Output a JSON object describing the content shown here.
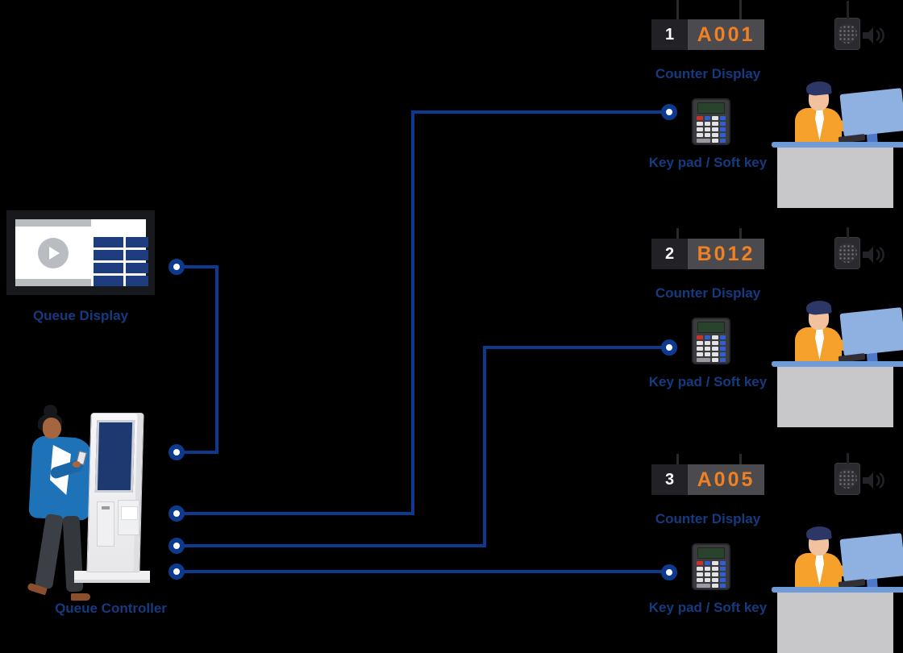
{
  "queue_display": {
    "label": "Queue Display"
  },
  "queue_controller": {
    "label": "Queue Controller"
  },
  "counters": [
    {
      "number": "1",
      "code": "A001",
      "display_label": "Counter Display",
      "keypad_label": "Key pad / Soft key"
    },
    {
      "number": "2",
      "code": "B012",
      "display_label": "Counter Display",
      "keypad_label": "Key pad / Soft key"
    },
    {
      "number": "3",
      "code": "A005",
      "display_label": "Counter Display",
      "keypad_label": "Key pad / Soft key"
    }
  ],
  "colors": {
    "line_blue": "#0d3a8e",
    "label_blue": "#163a80",
    "code_orange": "#f08021",
    "sign_gray": "#4b4b4f",
    "sign_dark": "#222226",
    "background": "#000000"
  }
}
